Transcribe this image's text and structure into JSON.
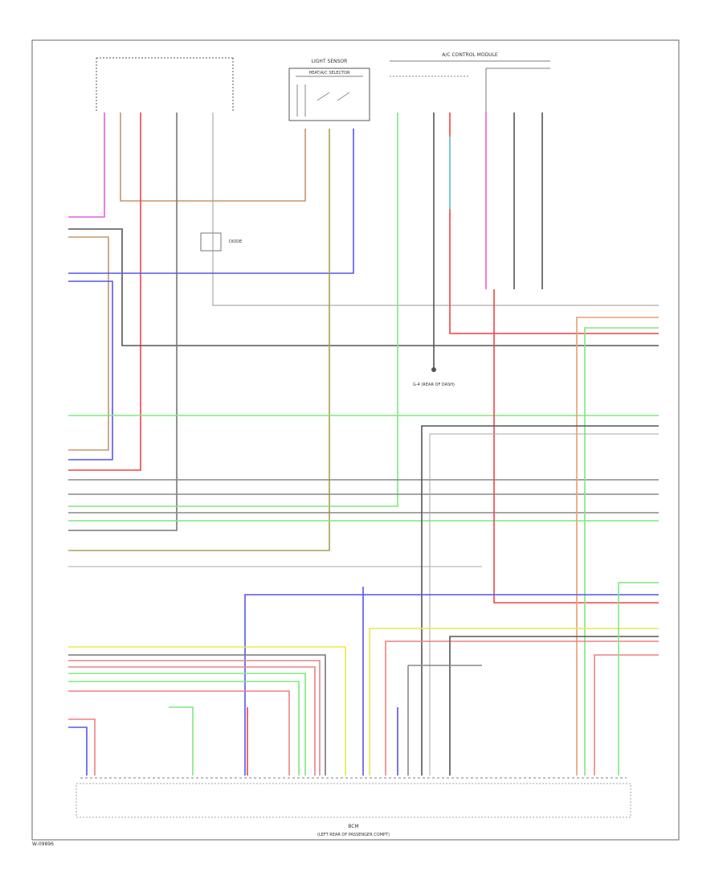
{
  "footer_code": "W-09896",
  "bottom_component": {
    "name": "BCM",
    "subtitle": "(LEFT REAR OF PASSENGER COMPT)"
  },
  "ground_label": "G-4 (REAR OF DASH)",
  "switch_box_title": "HEAT/A/C SELECTOR",
  "top_center_title": "LIGHT SENSOR",
  "top_right_title": "A/C CONTROL MODULE",
  "diode_label": "DIODE"
}
